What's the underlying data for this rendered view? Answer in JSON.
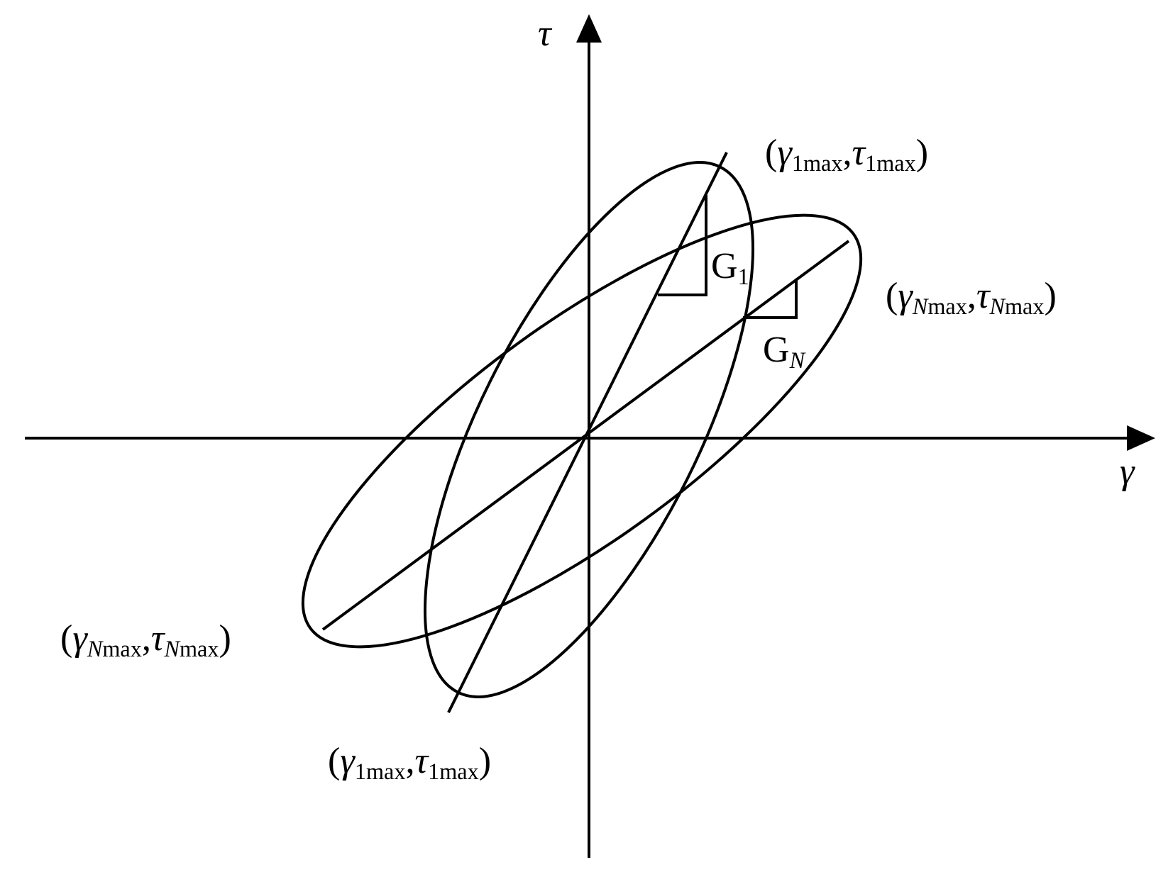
{
  "axes": {
    "x_label": "γ",
    "y_label": "τ"
  },
  "labels": {
    "g1": {
      "base": "G",
      "sub": "1"
    },
    "gn": {
      "base": "G",
      "sub": "N"
    },
    "point_1_upper": {
      "open": "(",
      "gamma": "γ",
      "g_sub": "1max",
      "comma": ",",
      "tau": "τ",
      "t_sub": "1max",
      "close": ")"
    },
    "point_1_lower": {
      "open": "(",
      "gamma": "γ",
      "g_sub": "1max",
      "comma": ",",
      "tau": "τ",
      "t_sub": "1max",
      "close": ")"
    },
    "point_n_upper": {
      "open": "(",
      "gamma": "γ",
      "g_n": "N",
      "g_sub": "max",
      "comma": ",",
      "tau": "τ",
      "t_n": "N",
      "t_sub": "max",
      "close": ")"
    },
    "point_n_lower": {
      "open": "(",
      "gamma": "γ",
      "g_n": "N",
      "g_sub": "max",
      "comma": ",",
      "tau": "τ",
      "t_n": "N",
      "t_sub": "max",
      "close": ")"
    }
  },
  "colors": {
    "stroke": "#000000",
    "background": "#ffffff"
  }
}
